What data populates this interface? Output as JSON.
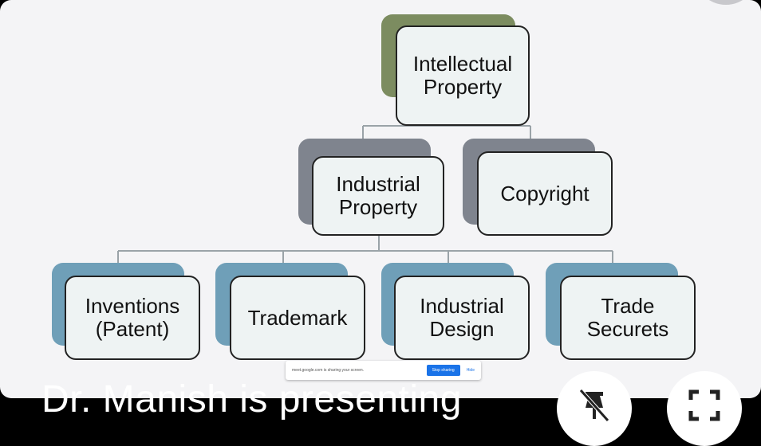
{
  "diagram": {
    "root": {
      "label": "Intellectual\nProperty",
      "color": "#7c8c60"
    },
    "level1": [
      {
        "label": "Industrial\nProperty",
        "color": "#7f848e"
      },
      {
        "label": "Copyright",
        "color": "#7f848e"
      }
    ],
    "level2": [
      {
        "label": "Inventions\n(Patent)",
        "color": "#6f9fb8"
      },
      {
        "label": "Trademark",
        "color": "#6f9fb8"
      },
      {
        "label": "Industrial\nDesign",
        "color": "#6f9fb8"
      },
      {
        "label": "Trade\nSecurets",
        "color": "#6f9fb8"
      }
    ]
  },
  "share_bar": {
    "text": "meet.google.com is sharing your screen.",
    "stop_label": "Stop sharing",
    "hide_label": "Hide"
  },
  "presenter": {
    "text": "Dr. Manish is presenting"
  },
  "controls": {
    "unpin_icon": "unpin-icon",
    "fullscreen_icon": "fullscreen-icon"
  }
}
